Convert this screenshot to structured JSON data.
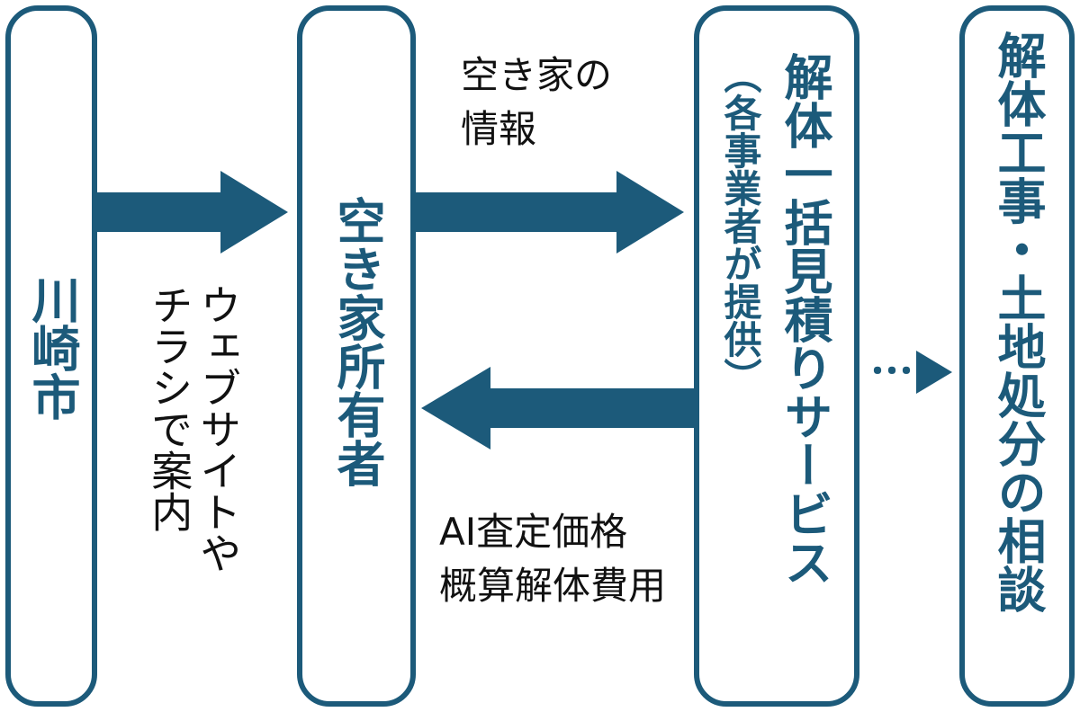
{
  "nodes": {
    "city": {
      "label": "川崎市"
    },
    "owner": {
      "label": "空き家所有者"
    },
    "service": {
      "label": "解体一括見積りサービス",
      "note": "（各事業者が提供）"
    },
    "consult": {
      "label": "解体工事・土地処分の相談"
    }
  },
  "edges": {
    "city_to_owner": {
      "label_line1": "ウェブサイトや",
      "label_line2": "チラシで案内"
    },
    "owner_to_service": {
      "label_line1": "空き家の",
      "label_line2": "情報"
    },
    "service_to_owner": {
      "label_line1": "AI査定価格",
      "label_line2": "概算解体費用"
    },
    "service_to_consult": {
      "dots": "・・・"
    }
  },
  "colors": {
    "primary": "#1c5a7a",
    "text": "#111111",
    "background": "#ffffff"
  }
}
